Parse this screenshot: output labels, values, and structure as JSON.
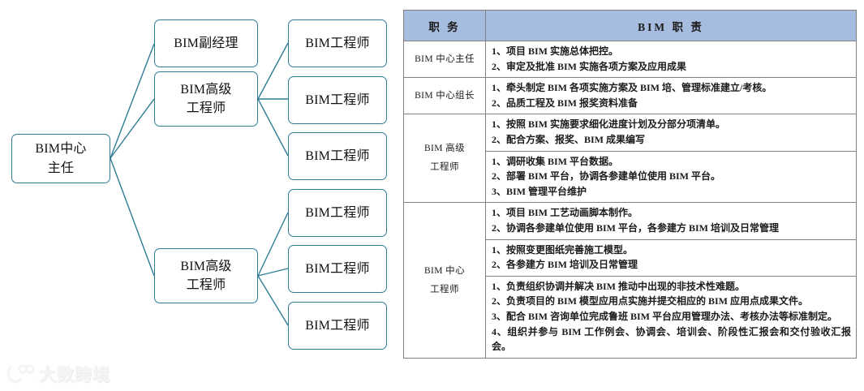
{
  "org_chart": {
    "accent_color": "#2e7d95",
    "root": {
      "line1": "BIM中心",
      "line2": "主任"
    },
    "level2": [
      {
        "line1": "BIM副经理",
        "line2": ""
      },
      {
        "line1": "BIM高级",
        "line2": "工程师"
      },
      {
        "line1": "BIM高级",
        "line2": "工程师"
      }
    ],
    "level3": [
      {
        "line1": "BIM工程师",
        "line2": ""
      },
      {
        "line1": "BIM工程师",
        "line2": ""
      },
      {
        "line1": "BIM工程师",
        "line2": ""
      },
      {
        "line1": "BIM工程师",
        "line2": ""
      },
      {
        "line1": "BIM工程师",
        "line2": ""
      },
      {
        "line1": "BIM工程师",
        "line2": ""
      }
    ]
  },
  "table": {
    "header_bg": "#a7bddf",
    "headers": {
      "role": "职 务",
      "duty": "BIM 职 责"
    },
    "rows": [
      {
        "role_lines": [
          "BIM 中心主任"
        ],
        "role_rowspan": 1,
        "duties": [
          {
            "lines": [
              "1、项目 BIM 实施总体把控。",
              "2、审定及批准 BIM 实施各项方案及应用成果"
            ]
          }
        ]
      },
      {
        "role_lines": [
          "BIM 中心组长"
        ],
        "role_rowspan": 1,
        "duties": [
          {
            "lines": [
              "1、牵头制定 BIM 各项实施方案及 BIM 培、管理标准建立/考核。",
              "2、品质工程及 BIM 报奖资料准备"
            ]
          }
        ]
      },
      {
        "role_lines": [
          "BIM 高级",
          "工程师"
        ],
        "role_rowspan": 2,
        "duties": [
          {
            "lines": [
              "1、按照 BIM 实施要求细化进度计划及分部分项清单。",
              "2、配合方案、报奖、BIM 成果编写"
            ]
          },
          {
            "lines": [
              "1、调研收集 BIM 平台数据。",
              "2、部署 BIM 平台，协调各参建单位使用 BIM 平台。",
              "3、BIM 管理平台维护"
            ]
          }
        ]
      },
      {
        "role_lines": [
          "BIM 中心",
          "工程师"
        ],
        "role_rowspan": 3,
        "duties": [
          {
            "lines": [
              "1、项目 BIM 工艺动画脚本制作。",
              "2、协调各参建单位使用 BIM 平台，各参建方 BIM 培训及日常管理"
            ]
          },
          {
            "lines": [
              "1、按照变更图纸完善施工模型。",
              "2、各参建方 BIM 培训及日常管理"
            ]
          },
          {
            "lines": [
              "1、负责组织协调并解决 BIM 推动中出现的非技术性难题。",
              "2、负责项目的 BIM 模型应用点实施并提交相应的 BIM 应用点成果文件。",
              "3、配合 BIM 咨询单位完成鲁班 BIM 平台应用管理办法、考核办法等标准制定。",
              "4、组织并参与 BIM 工作例会、协调会、培训会、阶段性汇报会和交付验收汇报会。"
            ]
          }
        ]
      }
    ]
  },
  "watermark": {
    "text": "大数跨境"
  }
}
